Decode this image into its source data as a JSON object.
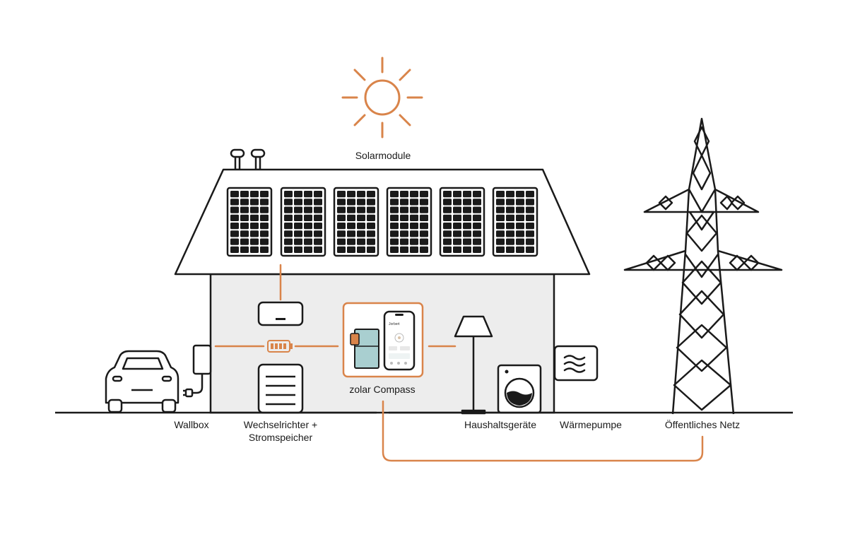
{
  "labels": {
    "solar": "Solarmodule",
    "wallbox": "Wallbox",
    "inverter_line1": "Wechselrichter +",
    "inverter_line2": "Stromspeicher",
    "compass": "zolar Compass",
    "appliances": "Haushaltsgeräte",
    "heatpump": "Wärmepumpe",
    "grid": "Öffentliches Netz",
    "app_screen_greeting": "Jorbert"
  },
  "colors": {
    "accent": "#d9844a",
    "stroke": "#1a1a1a",
    "wall": "#ededed",
    "device_teal": "#a9cfd0"
  },
  "icons": [
    "sun-icon",
    "solar-panel-icon",
    "car-icon",
    "wallbox-icon",
    "battery-icon",
    "inverter-icon",
    "storage-icon",
    "smartphone-icon",
    "floor-lamp-icon",
    "washing-machine-icon",
    "heat-pump-icon",
    "power-pylon-icon"
  ]
}
